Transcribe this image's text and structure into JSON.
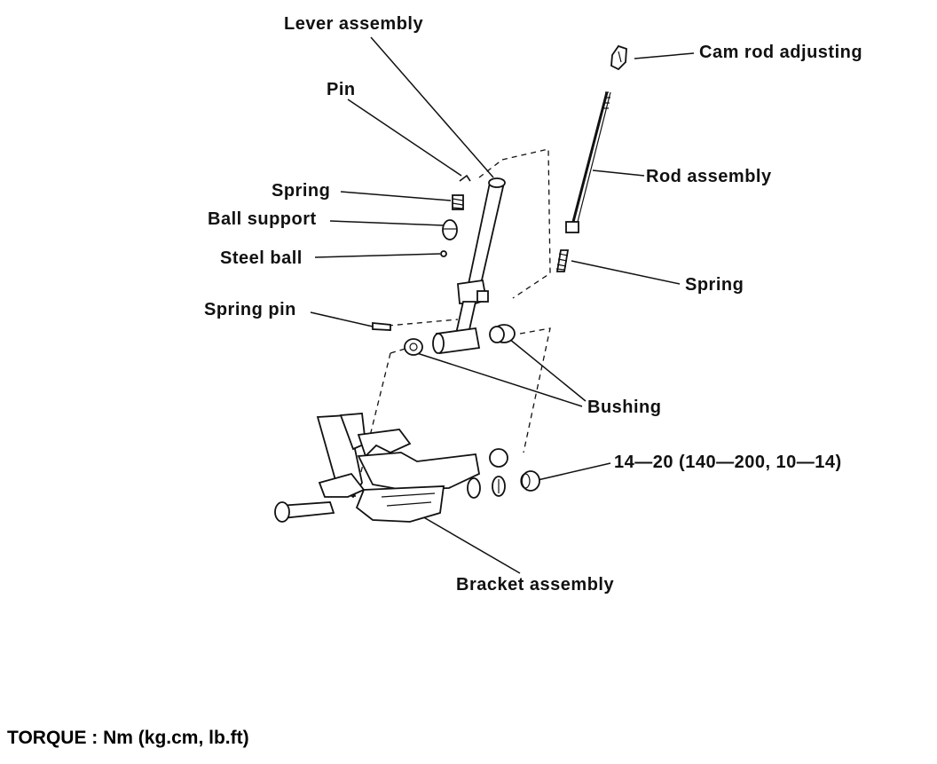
{
  "labels": {
    "lever_assembly": "Lever assembly",
    "cam_rod_adjusting": "Cam rod adjusting",
    "pin": "Pin",
    "rod_assembly": "Rod assembly",
    "spring_upper": "Spring",
    "ball_support": "Ball support",
    "steel_ball": "Steel ball",
    "spring_right": "Spring",
    "spring_pin": "Spring pin",
    "bushing": "Bushing",
    "torque_value": "14—20 (140—200, 10—14)",
    "bracket_assembly": "Bracket assembly"
  },
  "footer": {
    "torque_units": "TORQUE : Nm (kg.cm, lb.ft)"
  },
  "colors": {
    "ink": "#111111",
    "paper": "#ffffff"
  }
}
